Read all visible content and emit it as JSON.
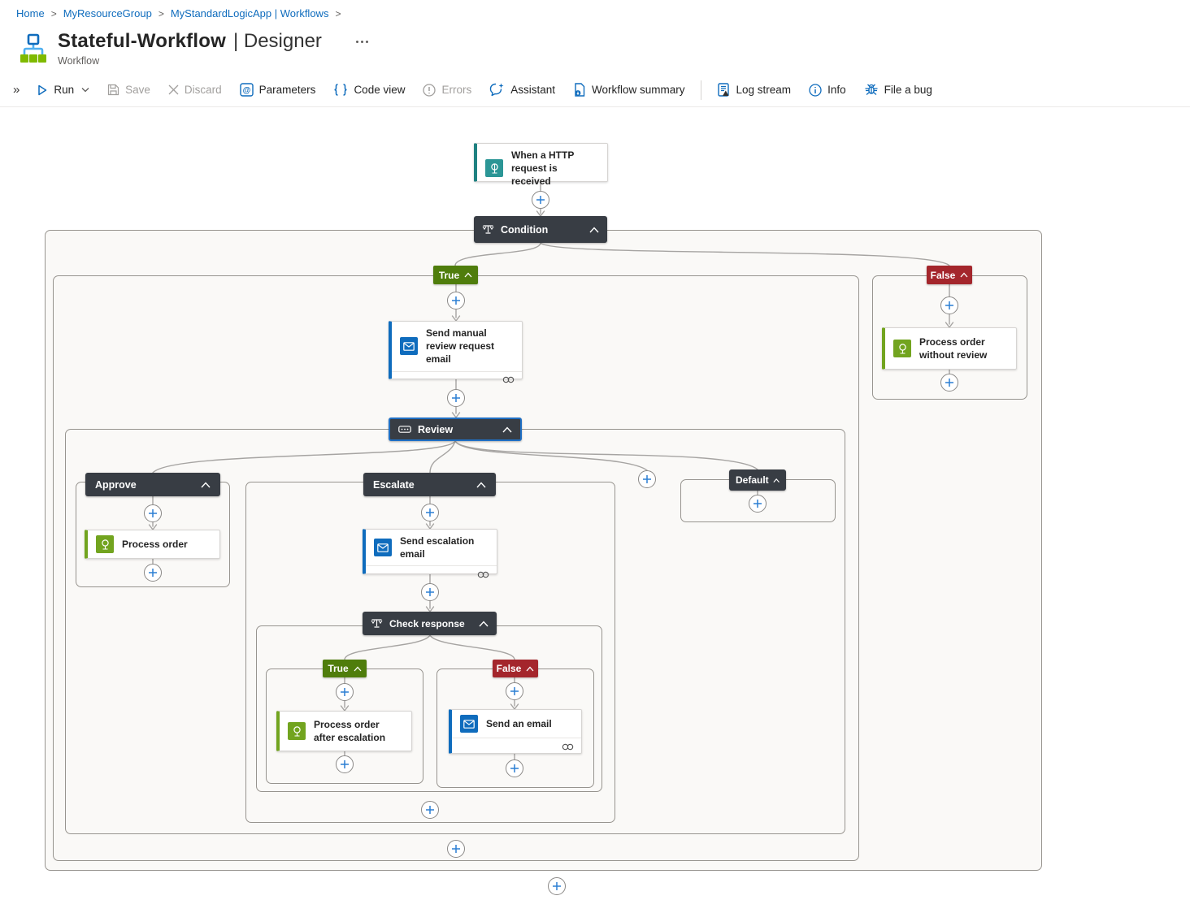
{
  "breadcrumb": {
    "items": [
      "Home",
      "MyResourceGroup",
      "MyStandardLogicApp | Workflows"
    ],
    "separator": ">"
  },
  "header": {
    "title_name": "Stateful-Workflow",
    "title_suffix": "| Designer",
    "subtitle": "Workflow"
  },
  "toolbar": {
    "run": "Run",
    "save": "Save",
    "discard": "Discard",
    "parameters": "Parameters",
    "code_view": "Code view",
    "errors": "Errors",
    "assistant": "Assistant",
    "workflow_summary": "Workflow summary",
    "log_stream": "Log stream",
    "info": "Info",
    "file_a_bug": "File a bug"
  },
  "workflow": {
    "trigger": "When a HTTP request is received",
    "condition": "Condition",
    "branch_true": "True",
    "branch_false": "False",
    "send_manual_review": "Send manual review request email",
    "review_switch": "Review",
    "case_approve": "Approve",
    "case_escalate": "Escalate",
    "case_default": "Default",
    "process_order": "Process order",
    "send_escalation_email": "Send escalation email",
    "check_response": "Check response",
    "check_true": "True",
    "check_false": "False",
    "process_order_after_escalation": "Process order after escalation",
    "send_an_email": "Send an email",
    "process_order_without_review": "Process order without review"
  },
  "colors": {
    "link_blue": "#0f6cbd",
    "node_dark": "#383d44",
    "true_green": "#4f7d0c",
    "false_red": "#a4262c",
    "email_blue": "#0f6cbd",
    "action_green": "#72a41f",
    "trigger_teal": "#2b9696",
    "selected_border": "#1f6fc4"
  }
}
